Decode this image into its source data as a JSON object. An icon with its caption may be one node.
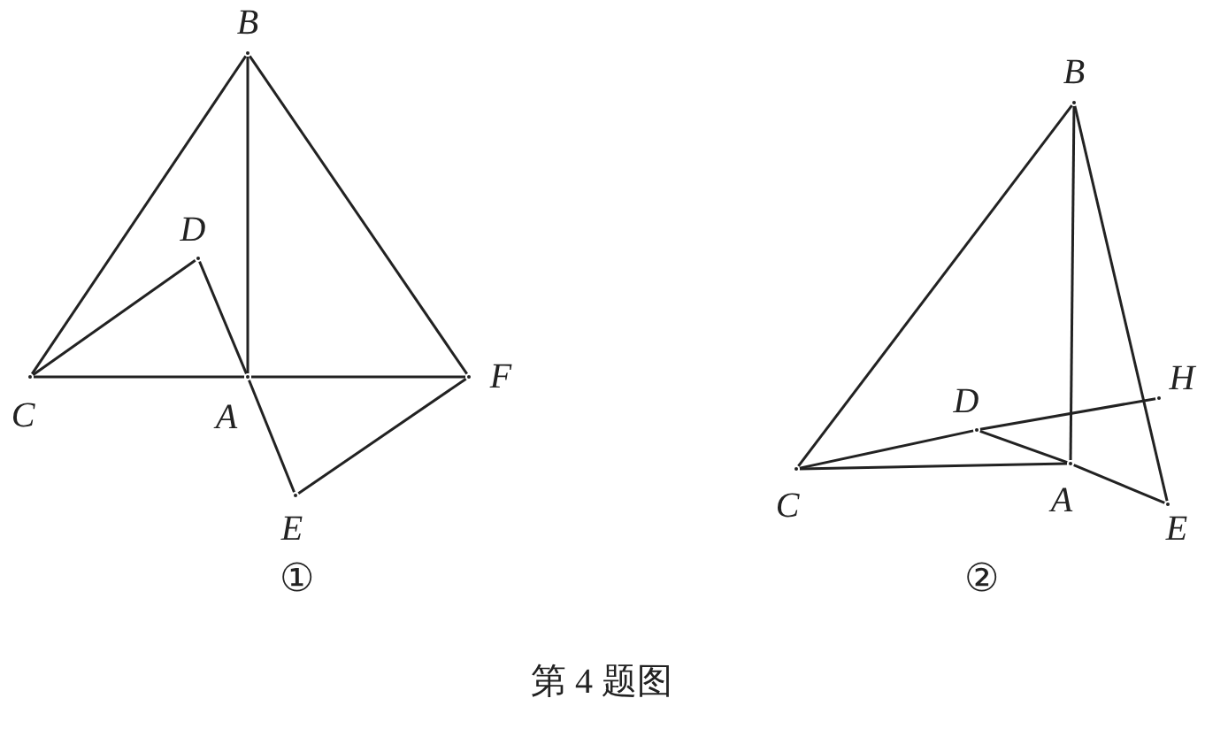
{
  "diagram": {
    "caption": "第 4 题图",
    "nodes": [
      {
        "text": [
          "B"
        ]
      },
      {
        "text": [
          "D"
        ]
      },
      {
        "text": [
          "C"
        ]
      },
      {
        "text": [
          "A"
        ]
      },
      {
        "text": [
          "F"
        ]
      },
      {
        "text": [
          "E"
        ]
      },
      {
        "text": [
          "B"
        ]
      },
      {
        "text": [
          "D"
        ]
      },
      {
        "text": [
          "H"
        ]
      },
      {
        "text": [
          "C"
        ]
      },
      {
        "text": [
          "A"
        ]
      },
      {
        "text": [
          "E"
        ]
      }
    ],
    "edges": [
      {
        "from": 0,
        "to": 2,
        "arrow": "none"
      },
      {
        "from": 0,
        "to": 3,
        "arrow": "none"
      },
      {
        "from": 0,
        "to": 4,
        "arrow": "none"
      },
      {
        "from": 2,
        "to": 1,
        "arrow": "none"
      },
      {
        "from": 1,
        "to": 3,
        "arrow": "none"
      },
      {
        "from": 2,
        "to": 3,
        "arrow": "none"
      },
      {
        "from": 3,
        "to": 4,
        "arrow": "none"
      },
      {
        "from": 3,
        "to": 5,
        "arrow": "none"
      },
      {
        "from": 5,
        "to": 4,
        "arrow": "none"
      },
      {
        "from": 6,
        "to": 9,
        "arrow": "none"
      },
      {
        "from": 6,
        "to": 10,
        "arrow": "none"
      },
      {
        "from": 6,
        "to": 11,
        "arrow": "none"
      },
      {
        "from": 9,
        "to": 10,
        "arrow": "none"
      },
      {
        "from": 9,
        "to": 7,
        "arrow": "none"
      },
      {
        "from": 7,
        "to": 8,
        "arrow": "none"
      },
      {
        "from": 7,
        "to": 10,
        "arrow": "none"
      },
      {
        "from": 10,
        "to": 11,
        "arrow": "none"
      }
    ],
    "labels": [
      "①",
      "②"
    ]
  }
}
